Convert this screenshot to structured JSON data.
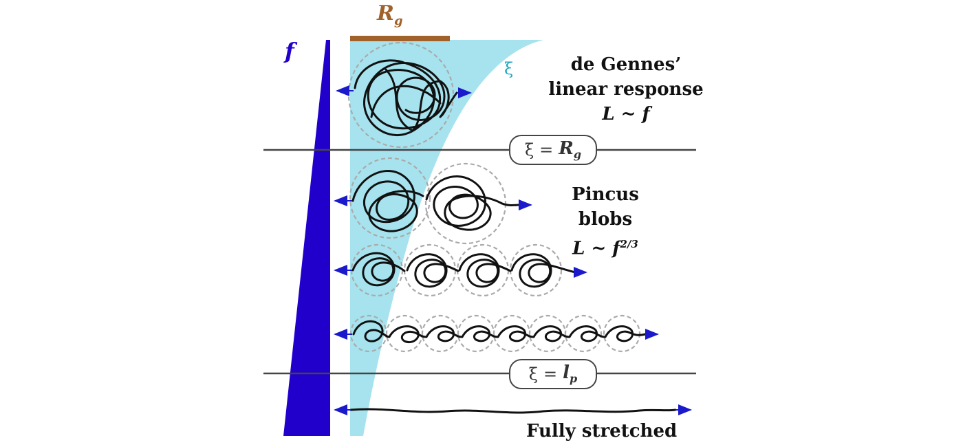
{
  "labels": {
    "rg": "R",
    "rg_sub": "g",
    "force": "f",
    "xi": "ξ",
    "de_gennes_line1": "de Gennes’",
    "de_gennes_line2": "linear response",
    "de_gennes_law": "L ~ f",
    "pincus_line1": "Pincus",
    "pincus_line2": "blobs",
    "pincus_law": "L ~ f",
    "pincus_exp": "2/3",
    "stretched": "Fully stretched"
  },
  "boundaries": {
    "upper": {
      "lhs": "ξ",
      "eq": "=",
      "rhs": "R",
      "rhs_sub": "g"
    },
    "lower": {
      "lhs": "ξ",
      "eq": "=",
      "rhs": "l",
      "rhs_sub": "p"
    }
  },
  "colors": {
    "force_wedge": "#2200cc",
    "blob_region": "#a6e3ee",
    "rg_bar": "#a0622a",
    "xi_label": "#1ea7c4",
    "arrow": "#1a1acc",
    "chain": "#111111",
    "blob_outline": "#aaaaaa",
    "divider": "#444444"
  }
}
